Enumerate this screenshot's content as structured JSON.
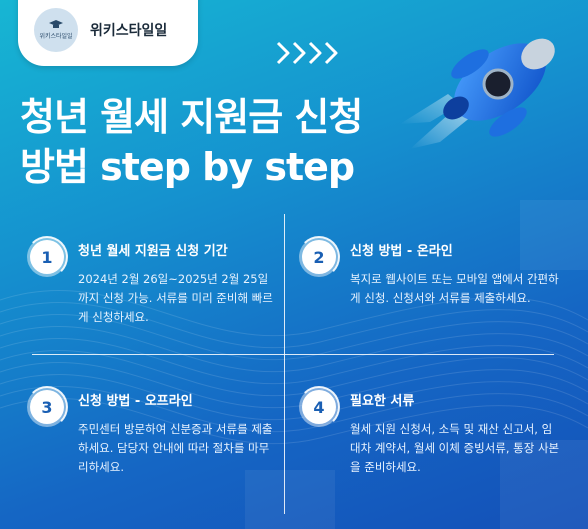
{
  "brand": {
    "name": "위키스타일일",
    "logo_text": "위키스타일일",
    "logo_icon": "graduation-cap-icon"
  },
  "header": {
    "title_line1": "청년 월세 지원금 신청",
    "title_line2": "방법 step by step"
  },
  "decor": {
    "arrows_icon": "chevron-arrows-icon",
    "rocket_icon": "rocket-icon"
  },
  "colors": {
    "background_start": "#17b6d3",
    "background_end": "#1450b8",
    "accent": "#1a5fb3"
  },
  "steps": [
    {
      "number": "1",
      "title": "청년 월세 지원금 신청 기간",
      "body": "2024년 2월 26일~2025년 2월 25일까지 신청 가능. 서류를 미리 준비해 빠르게 신청하세요."
    },
    {
      "number": "2",
      "title": "신청 방법 - 온라인",
      "body": "복지로 웹사이트 또는 모바일 앱에서 간편하게 신청. 신청서와 서류를 제출하세요."
    },
    {
      "number": "3",
      "title": "신청 방법 - 오프라인",
      "body": "주민센터 방문하여 신분증과 서류를 제출하세요. 담당자 안내에 따라 절차를 마무리하세요."
    },
    {
      "number": "4",
      "title": "필요한 서류",
      "body": "월세 지원 신청서, 소득 및 재산 신고서, 임대차 계약서, 월세 이체 증빙서류, 통장 사본을 준비하세요."
    }
  ]
}
